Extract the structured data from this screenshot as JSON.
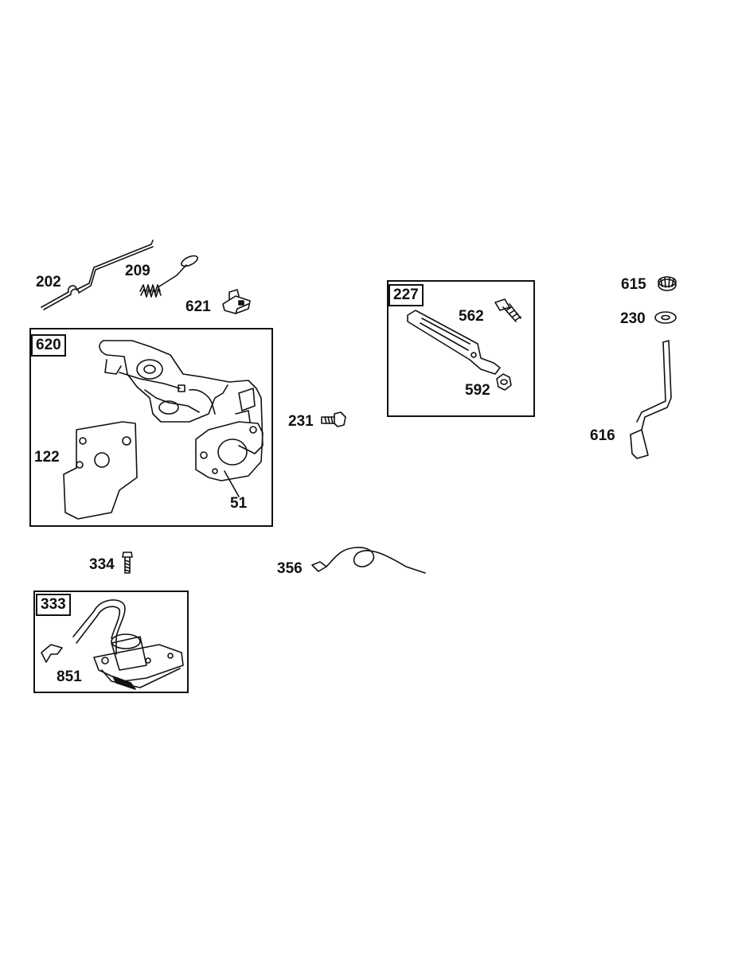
{
  "parts": [
    {
      "id": "p202",
      "number": "202"
    },
    {
      "id": "p209",
      "number": "209"
    },
    {
      "id": "p621",
      "number": "621"
    },
    {
      "id": "p620",
      "number": "620"
    },
    {
      "id": "p122",
      "number": "122"
    },
    {
      "id": "p51",
      "number": "51"
    },
    {
      "id": "p231",
      "number": "231"
    },
    {
      "id": "p227",
      "number": "227"
    },
    {
      "id": "p562",
      "number": "562"
    },
    {
      "id": "p592",
      "number": "592"
    },
    {
      "id": "p615",
      "number": "615"
    },
    {
      "id": "p230",
      "number": "230"
    },
    {
      "id": "p616",
      "number": "616"
    },
    {
      "id": "p334",
      "number": "334"
    },
    {
      "id": "p356",
      "number": "356"
    },
    {
      "id": "p333",
      "number": "333"
    },
    {
      "id": "p851",
      "number": "851"
    }
  ]
}
